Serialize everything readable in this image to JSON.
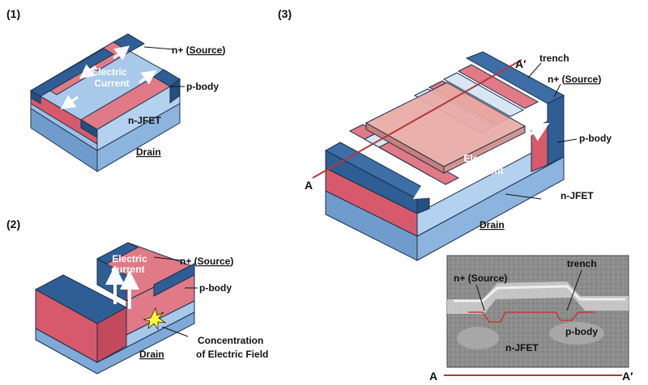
{
  "panels": {
    "p1": {
      "number": "(1)",
      "source_label": "n+ (Source)",
      "source_prefix": "n+ (",
      "source_word": "Source",
      "source_suffix": ")",
      "pbody_label": "p-body",
      "jfet_label": "n-JFET",
      "current_line1": "Electric",
      "current_line2": "Current",
      "drain_label": "Drain"
    },
    "p2": {
      "number": "(2)",
      "source_label": "n+ (Source)",
      "source_prefix": "n+ (",
      "source_word": "Source",
      "source_suffix": ")",
      "pbody_label": "p-body",
      "current_line1": "Electric",
      "current_line2": "current",
      "field_line1": "Concentration",
      "field_line2": "of Electric Field",
      "drain_label": "Drain"
    },
    "p3": {
      "number": "(3)",
      "trench_label": "trench",
      "source_label": "n+ (Source)",
      "source_prefix": "n+ (",
      "source_word": "Source",
      "source_suffix": ")",
      "pbody_label": "p-body",
      "jfet_label": "n-JFET",
      "current_line1": "Electric",
      "current_line2": "Current",
      "drain_label": "Drain",
      "section_a": "A",
      "section_a_prime": "A′"
    },
    "sem": {
      "trench_label": "trench",
      "source_label": "n+ (Source)",
      "pbody_label": "p-body",
      "jfet_label": "n-JFET",
      "axis_a": "A",
      "axis_a_prime": "A′"
    }
  },
  "colors": {
    "nplus": "#2f5e95",
    "pbody": "#d9596a",
    "jfet": "#a8c8ea",
    "drain": "#7fa9d6",
    "gate": "#e8a9a4",
    "section_line": "#b03a3a"
  }
}
